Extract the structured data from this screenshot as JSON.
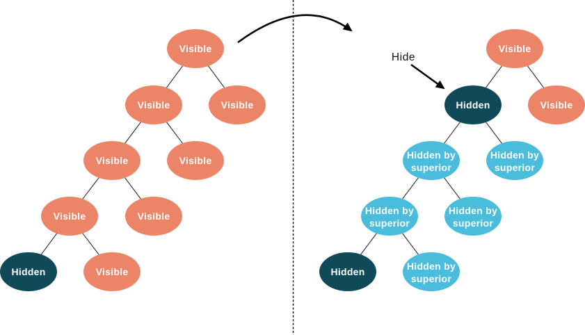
{
  "diagram": {
    "hide_annotation": {
      "label": "Hide"
    },
    "colors": {
      "visible_fill": "#EC8467",
      "hidden_fill": "#104A58",
      "hidden_by_superior_fill": "#4ABCDC",
      "node_text": "#FFFFFF",
      "edge_stroke": "#2B2B2B",
      "arrow_color": "#000000",
      "divider_color": "#000000",
      "annotation_text": "#111111"
    },
    "before_tree": {
      "nodes": [
        {
          "label": "Visible",
          "state": "visible"
        },
        {
          "label": "Visible",
          "state": "visible"
        },
        {
          "label": "Visible",
          "state": "visible"
        },
        {
          "label": "Visible",
          "state": "visible"
        },
        {
          "label": "Visible",
          "state": "visible"
        },
        {
          "label": "Visible",
          "state": "visible"
        },
        {
          "label": "Visible",
          "state": "visible"
        },
        {
          "label": "Hidden",
          "state": "hidden"
        },
        {
          "label": "Visible",
          "state": "visible"
        }
      ]
    },
    "after_tree": {
      "nodes": [
        {
          "label": "Visible",
          "state": "visible"
        },
        {
          "label": "Hidden",
          "state": "hidden"
        },
        {
          "label": "Visible",
          "state": "visible"
        },
        {
          "label": "Hidden by superior",
          "line1": "Hidden by",
          "line2": "superior",
          "state": "hidden-by-superior"
        },
        {
          "label": "Hidden by superior",
          "line1": "Hidden by",
          "line2": "superior",
          "state": "hidden-by-superior"
        },
        {
          "label": "Hidden by superior",
          "line1": "Hidden by",
          "line2": "superior",
          "state": "hidden-by-superior"
        },
        {
          "label": "Hidden by superior",
          "line1": "Hidden by",
          "line2": "superior",
          "state": "hidden-by-superior"
        },
        {
          "label": "Hidden",
          "state": "hidden"
        },
        {
          "label": "Hidden by superior",
          "line1": "Hidden by",
          "line2": "superior",
          "state": "hidden-by-superior"
        }
      ]
    }
  }
}
